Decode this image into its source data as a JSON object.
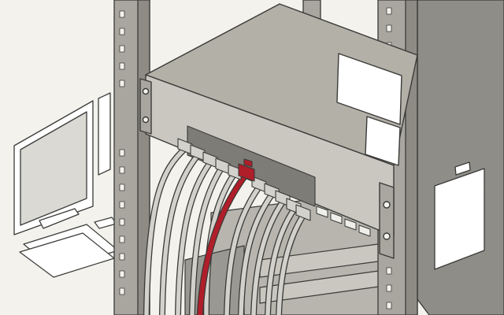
{
  "scene": {
    "subject": "network-switch-in-server-rack",
    "colors": {
      "background": "#f3f2ec",
      "rack": "#a9a69f",
      "rack_dark": "#8e8b84",
      "switch_top": "#b3b0a8",
      "switch_front": "#c9c7c0",
      "cable_gray": "#d2d1cc",
      "cable_red": "#b01e2a",
      "outline": "#3a3a38",
      "wall_panel": "#8f8d88",
      "paper": "#ffffff"
    },
    "cables": {
      "gray_count": 10,
      "red_count": 1
    },
    "sfp_ports": 4
  }
}
